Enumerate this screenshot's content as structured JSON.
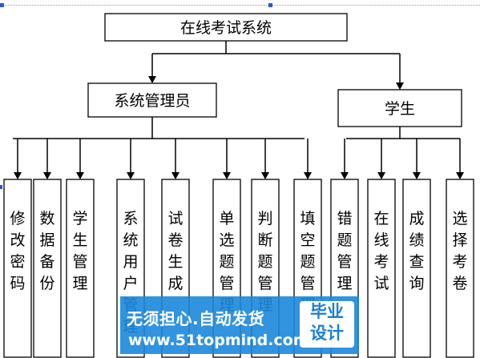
{
  "diagram": {
    "root": {
      "label": "在线考试系统"
    },
    "groups": [
      {
        "label": "系统管理员",
        "children": [
          "修改密码",
          "数据备份",
          "学生管理",
          "系统用户管理",
          "试卷生成",
          "单选题管理",
          "判断题管理",
          "填空题管理"
        ]
      },
      {
        "label": "学生",
        "children": [
          "错题管理",
          "在线考试",
          "成绩查询",
          "选择考卷"
        ]
      }
    ]
  },
  "watermark": {
    "line1": "无须担心.自动发货",
    "line2": "www.51topmind.com",
    "badge_top": "毕业",
    "badge_bottom": "设计"
  },
  "colors": {
    "watermark_bg": "#1c87dc",
    "handle": "#2b57c8"
  }
}
